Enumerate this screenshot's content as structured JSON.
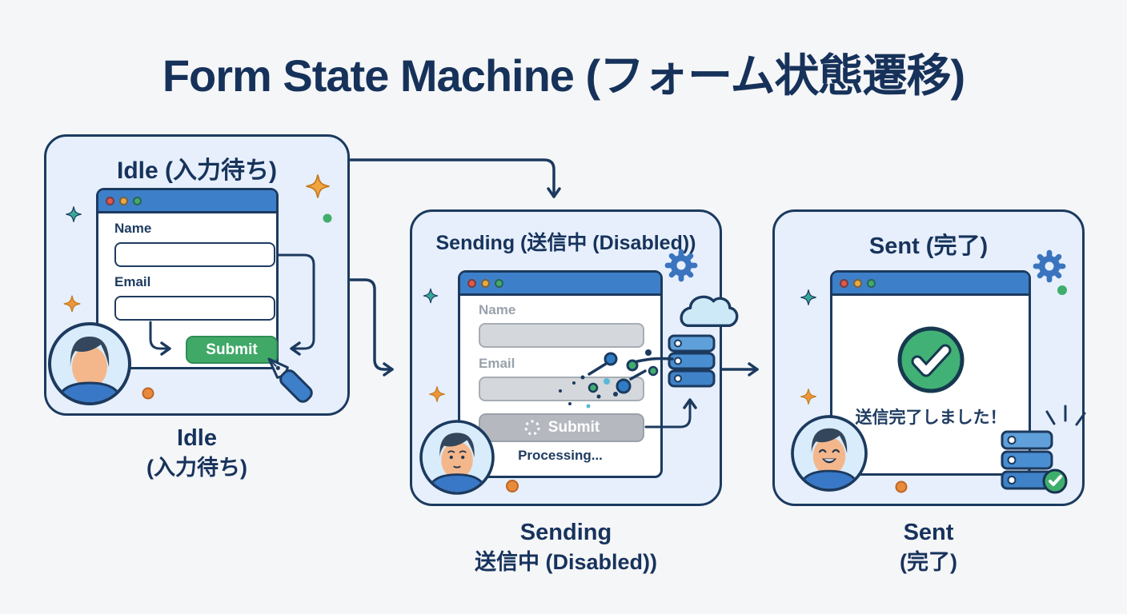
{
  "title": "Form State Machine (フォーム状態遷移)",
  "states": {
    "idle": {
      "header": "Idle (入力待ち)",
      "caption": [
        "Idle",
        "(入力待ち)"
      ],
      "form": {
        "name_label": "Name",
        "email_label": "Email",
        "submit_label": "Submit"
      }
    },
    "sending": {
      "header": "Sending (送信中 (Disabled))",
      "caption": [
        "Sending",
        "送信中 (Disabled))"
      ],
      "form": {
        "name_label": "Name",
        "email_label": "Email",
        "submit_label": "Submit",
        "status": "Processing..."
      }
    },
    "sent": {
      "header": "Sent (完了)",
      "caption": [
        "Sent",
        "(完了)"
      ],
      "message": "送信完了しました！"
    }
  },
  "icons": [
    "window-dot-red-icon",
    "window-dot-yellow-icon",
    "window-dot-green-icon",
    "spinner-icon",
    "gear-icon",
    "cloud-icon",
    "server-icon",
    "check-circle-icon",
    "user-avatar-icon",
    "pen-icon",
    "sparkle-icon"
  ],
  "colors": {
    "background": "#f5f6f8",
    "navy_outline": "#1c3a5f",
    "card_fill": "#e6effb",
    "titlebar_blue": "#3d80c9",
    "submit_green": "#41a968",
    "check_green": "#41b176",
    "disabled_gray": "#b5b9bf",
    "accent_orange": "#ee9a3e",
    "accent_teal": "#35a896",
    "server_blue": "#4a8ed2"
  }
}
